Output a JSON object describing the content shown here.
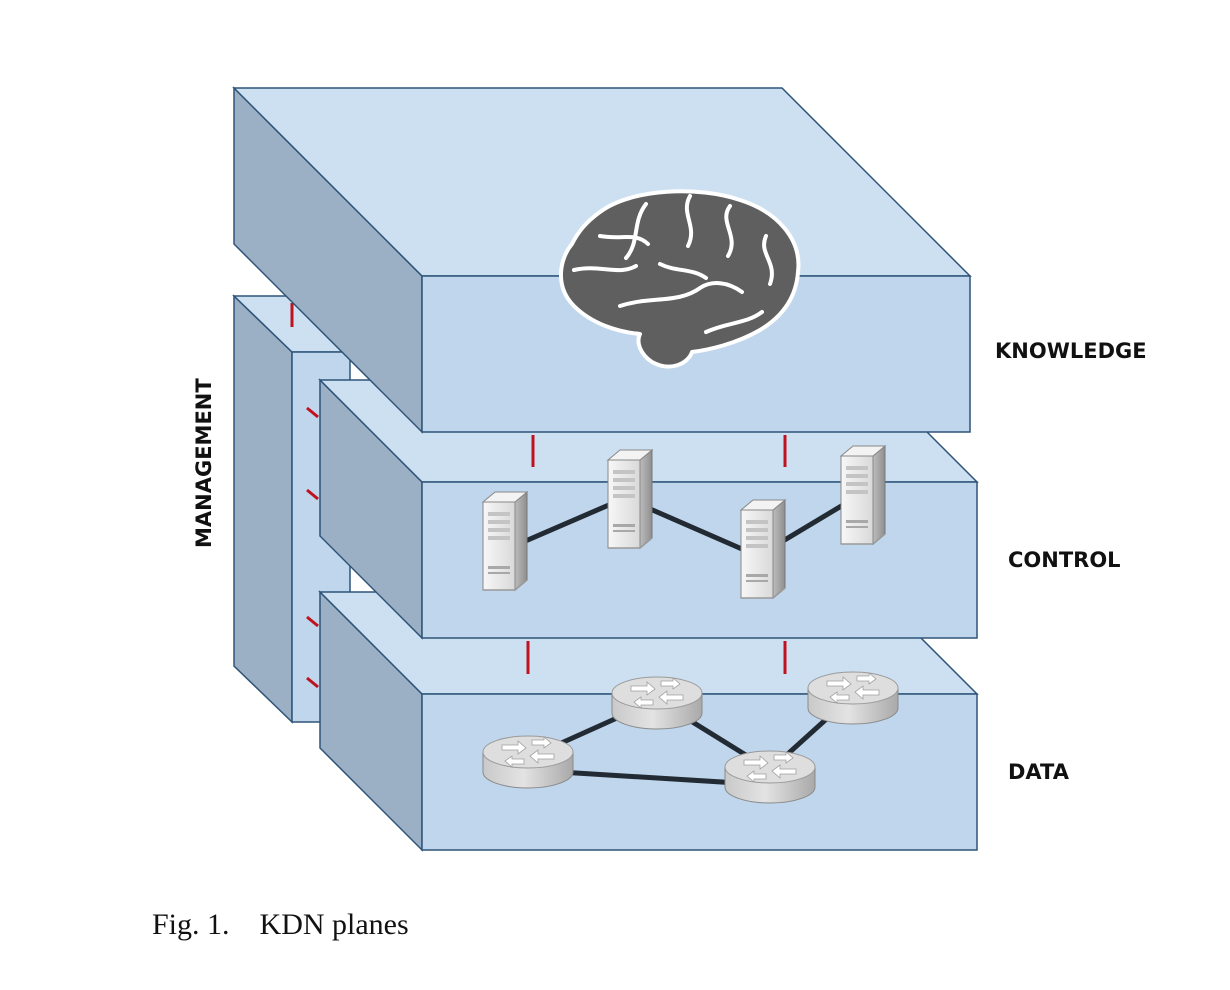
{
  "diagram": {
    "planes": {
      "knowledge": "KNOWLEDGE",
      "control": "CONTROL",
      "data": "DATA",
      "management": "MANAGEMENT"
    },
    "icons": {
      "knowledge": "brain-icon",
      "control": "server-icon",
      "data": "router-icon"
    },
    "colors": {
      "plane_top": "#cde0f1",
      "plane_front": "#bfd6ec",
      "plane_side": "#9bb0c4",
      "plane_outline": "#2f5478",
      "interface_tick": "#c0121e",
      "link": "#222a33",
      "brain": "#5f5f5f",
      "device": "#e9e9e9"
    },
    "control_nodes": 4,
    "data_nodes": 4
  },
  "caption": {
    "number": "Fig. 1.",
    "text": "KDN planes"
  }
}
